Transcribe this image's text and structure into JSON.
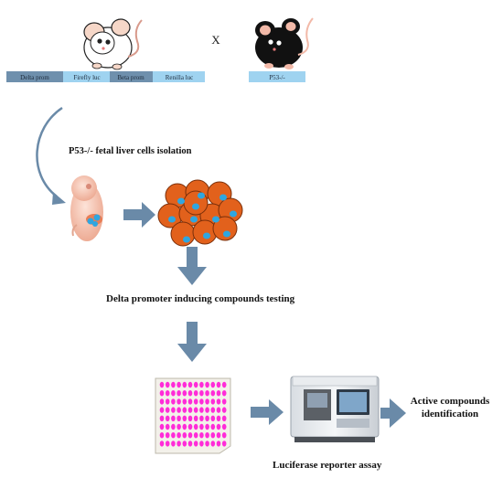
{
  "construct": {
    "segments": [
      "Delta prom",
      "Firefly luc",
      "Beta prom",
      "Renilla luc"
    ],
    "colors": [
      "#6f90ad",
      "#9fd3f0",
      "#6f90ad",
      "#9fd3f0"
    ]
  },
  "cross_symbol": "X",
  "p53_bar": "P53-/-",
  "labels": {
    "isolation": "P53-/- fetal liver cells isolation",
    "testing": "Delta promoter inducing compounds testing",
    "assay": "Luciferase reporter assay",
    "active_line1": "Active compounds",
    "active_line2": "identification"
  },
  "colors": {
    "arrow": "#6a8aa8",
    "cell": "#e2611c",
    "nucleus": "#2fa6e0",
    "plate_well": "#ff2cd8",
    "embryo": "#f6c7b4"
  },
  "icons": [
    "white-mouse-icon",
    "black-mouse-icon",
    "embryo-icon",
    "cell-cluster-icon",
    "well-plate-icon",
    "luminometer-icon"
  ]
}
